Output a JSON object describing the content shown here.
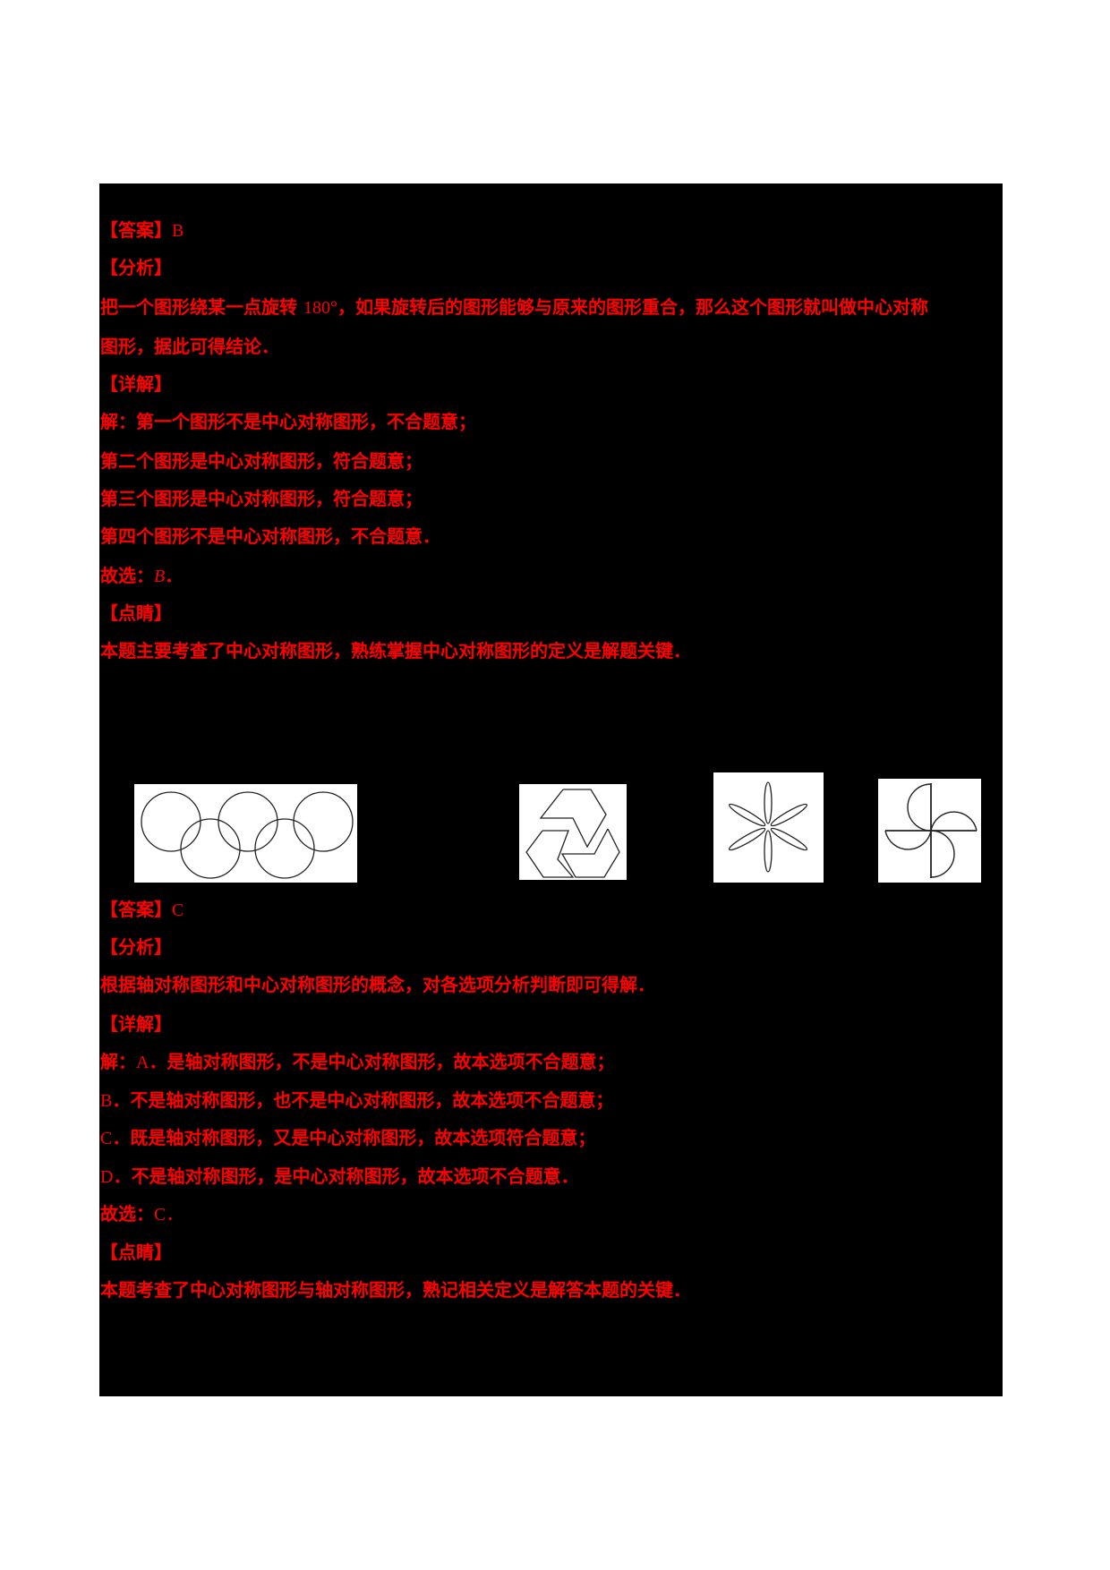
{
  "section1": {
    "answer_label": "【答案】",
    "answer_value": "B",
    "analysis_label": "【分析】",
    "analysis_line1_a": "把一个图形绕某一点旋转",
    "analysis_line1_num": "180°",
    "analysis_line1_b": "，如果旋转后的图形能够与原来的图形重合，那么这个图形就叫做中心对称",
    "analysis_line2": "图形，据此可得结论．",
    "detail_label": "【详解】",
    "detail_lines": [
      "解：第一个图形不是中心对称图形，不合题意；",
      "第二个图形是中心对称图形，符合题意；",
      "第三个图形是中心对称图形，符合题意；",
      "第四个图形不是中心对称图形，不合题意．"
    ],
    "choice_prefix": "故选：",
    "choice_value": "B",
    "choice_suffix": "．",
    "comment_label": "【点睛】",
    "comment_text": "本题主要考查了中心对称图形，熟练掌握中心对称图形的定义是解题关键．"
  },
  "figures": [
    {
      "name": "olympic-rings-figure",
      "description": "five interlocking circles"
    },
    {
      "name": "hexagon-triad-figure",
      "description": "three interlocking hexagonal shapes"
    },
    {
      "name": "six-petal-flower-figure",
      "description": "six elliptical petals"
    },
    {
      "name": "pinwheel-figure",
      "description": "four half-disc pinwheel"
    }
  ],
  "section2": {
    "answer_label": "【答案】",
    "answer_value": "C",
    "analysis_label": "【分析】",
    "analysis_text": "根据轴对称图形和中心对称图形的概念，对各选项分析判断即可得解．",
    "detail_label": "【详解】",
    "detail_lines": [
      {
        "prefix": "解：",
        "option": "A",
        "text": "．是轴对称图形，不是中心对称图形，故本选项不合题意；"
      },
      {
        "prefix": "",
        "option": "B",
        "text": "．不是轴对称图形，也不是中心对称图形，故本选项不合题意；"
      },
      {
        "prefix": "",
        "option": "C",
        "text": "．既是轴对称图形，又是中心对称图形，故本选项符合题意；"
      },
      {
        "prefix": "",
        "option": "D",
        "text": "．不是轴对称图形，是中心对称图形，故本选项不合题意．"
      }
    ],
    "choice_prefix": "故选：",
    "choice_value": "C．",
    "comment_label": "【点睛】",
    "comment_text": "本题考查了中心对称图形与轴对称图形，熟记相关定义是解答本题的关键．"
  },
  "colors": {
    "text": "#ff0000",
    "background_block": "#000000",
    "page": "#ffffff",
    "figure_stroke": "#222222"
  }
}
